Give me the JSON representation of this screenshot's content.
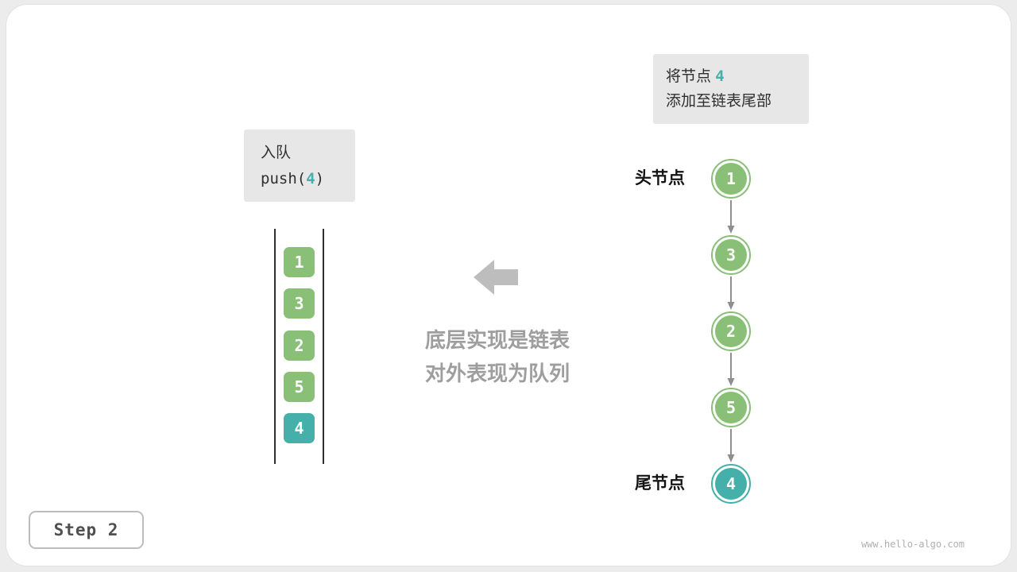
{
  "colors": {
    "green": "#89BF77",
    "teal": "#45AFA9",
    "note_bg": "#E7E7E7",
    "muted_text": "#9E9E9E",
    "arrow_gray": "#BDBDBD",
    "connector_gray": "#8F8F8F"
  },
  "annotation_box": {
    "line1_prefix": "将节点 ",
    "line1_value": "4",
    "line2": "添加至链表尾部"
  },
  "operation_box": {
    "title": "入队",
    "code_prefix": "push(",
    "code_value": "4",
    "code_suffix": ")"
  },
  "queue": {
    "items": [
      {
        "value": "1"
      },
      {
        "value": "3"
      },
      {
        "value": "2"
      },
      {
        "value": "5"
      },
      {
        "value": "4"
      }
    ]
  },
  "center_caption": {
    "line1": "底层实现是链表",
    "line2": "对外表现为队列"
  },
  "linked_list": {
    "head_label": "头节点",
    "tail_label": "尾节点",
    "nodes": [
      {
        "value": "1"
      },
      {
        "value": "3"
      },
      {
        "value": "2"
      },
      {
        "value": "5"
      },
      {
        "value": "4"
      }
    ]
  },
  "step_label": "Step 2",
  "watermark": "www.hello-algo.com"
}
